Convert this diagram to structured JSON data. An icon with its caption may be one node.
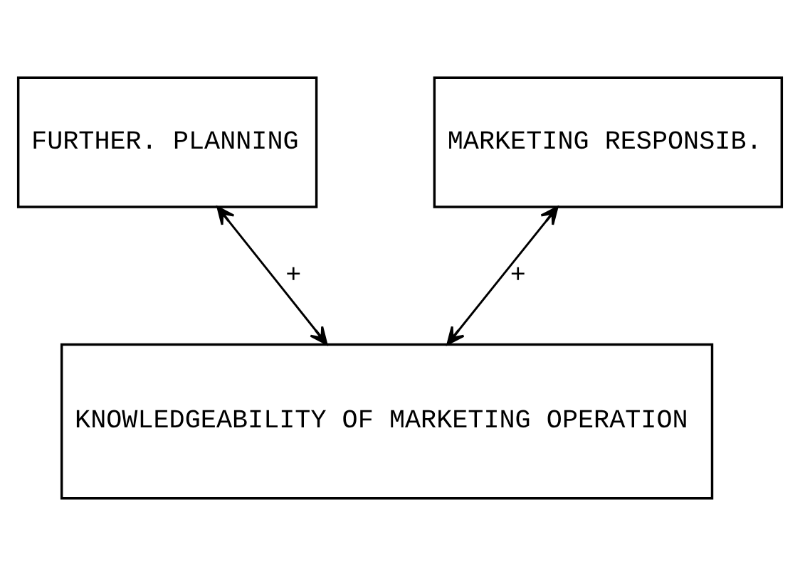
{
  "diagram": {
    "nodes": [
      {
        "text": [
          "FURTHER. PLANNING"
        ]
      },
      {
        "text": [
          "MARKETING RESPONSIB."
        ]
      },
      {
        "text": [
          "KNOWLEDGEABILITY OF MARKETING OPERATION"
        ]
      }
    ],
    "edges": [
      {
        "from": 0,
        "to": 2,
        "arrow": "both",
        "label": "+"
      },
      {
        "from": 1,
        "to": 2,
        "arrow": "both",
        "label": "+"
      }
    ]
  }
}
